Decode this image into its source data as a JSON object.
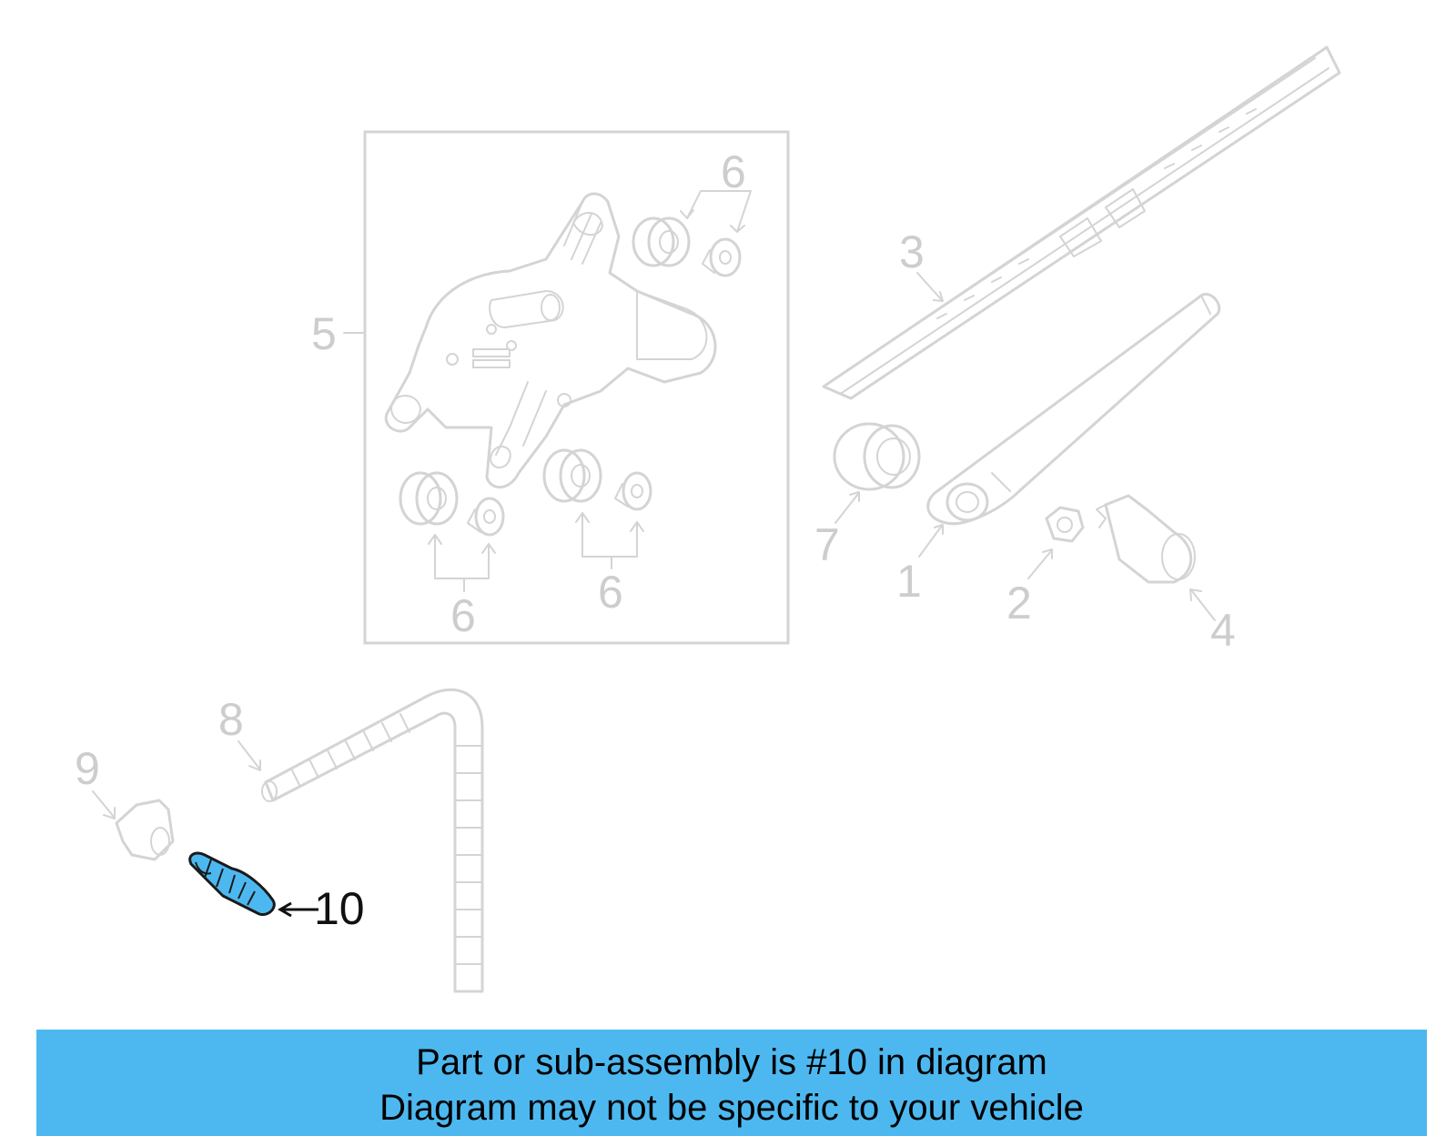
{
  "diagram": {
    "callouts": {
      "c1": "1",
      "c2": "2",
      "c3": "3",
      "c4": "4",
      "c5": "5",
      "c6": "6",
      "c7": "7",
      "c8": "8",
      "c9": "9",
      "c10": "10"
    },
    "highlighted_part": "10",
    "colors": {
      "highlight": "#4db8f0",
      "ghost_lines": "#d4d4d4",
      "ghost_text": "#cdcdcd",
      "active_text": "#111111"
    }
  },
  "banner": {
    "line1": "Part or sub-assembly is #10 in diagram",
    "line2": "Diagram may not be specific to your vehicle",
    "background": "#4db8f0"
  }
}
